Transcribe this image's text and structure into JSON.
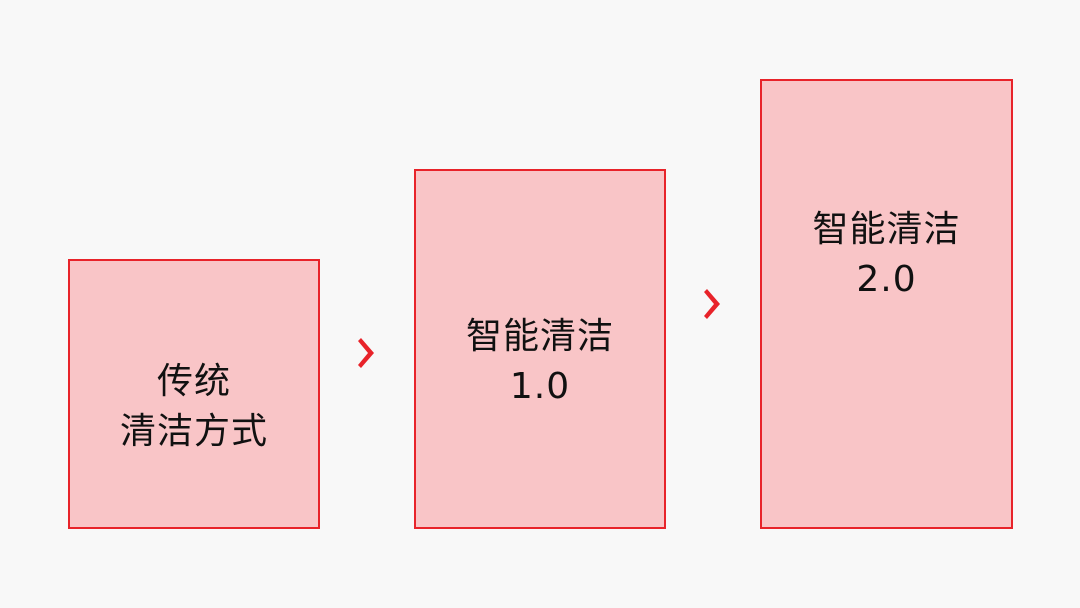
{
  "colors": {
    "background": "#f8f8f8",
    "box_fill": "#f9c5c7",
    "box_border": "#e8232a",
    "arrow": "#e8232a",
    "text": "#111111"
  },
  "stages": [
    {
      "lines": [
        "传统",
        "清洁方式"
      ]
    },
    {
      "lines": [
        "智能清洁",
        "1.0"
      ]
    },
    {
      "lines": [
        "智能清洁",
        "2.0"
      ]
    }
  ],
  "arrows": [
    {
      "icon": "chevron-right-icon"
    },
    {
      "icon": "chevron-right-icon"
    }
  ]
}
